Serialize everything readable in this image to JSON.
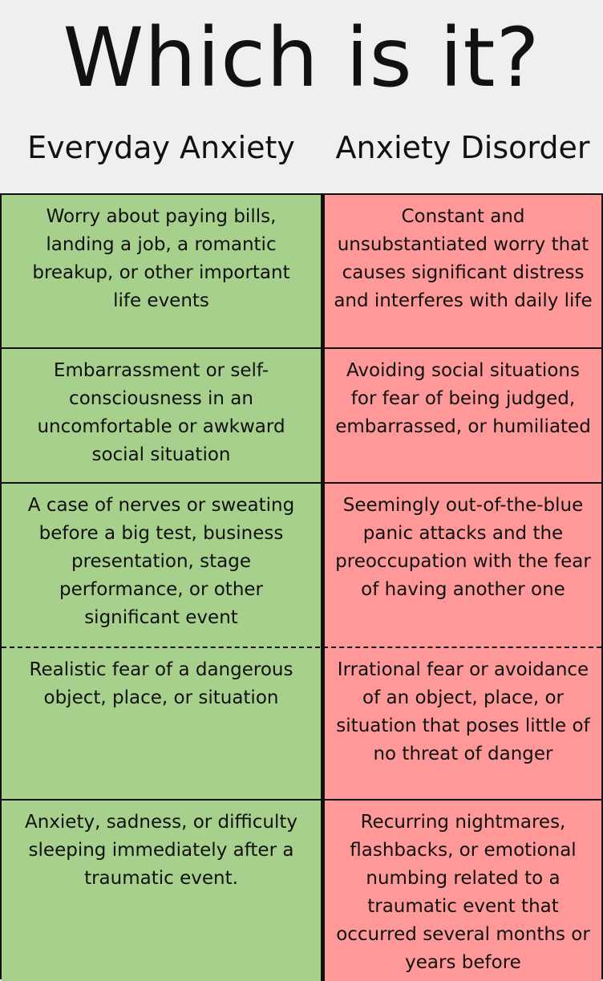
{
  "title": "Which is it?",
  "columns": {
    "left": "Everyday Anxiety",
    "right": "Anxiety Disorder"
  },
  "rows": [
    {
      "left": "Worry about paying bills, landing a job, a romantic breakup, or other important life events",
      "right": "Constant and unsubstantiated worry that causes significant distress and interferes with daily life"
    },
    {
      "left": "Embarrassment or self-consciousness in an uncomfortable or awkward social situation",
      "right": "Avoiding social situations for fear of being judged, embarrassed, or humiliated"
    },
    {
      "left": "A case of nerves or sweating before a big test, business presentation, stage performance, or other significant event",
      "right": "Seemingly out-of-the-blue panic attacks and the preoccupation with the fear of having another one"
    },
    {
      "left": "Realistic fear of a dangerous object, place, or situation",
      "right": "Irrational fear or avoidance of an object, place, or situation that poses little of no threat of danger"
    },
    {
      "left": "Anxiety, sadness, or difficulty sleeping immediately after a traumatic event.",
      "right": "Recurring nightmares, flashbacks, or emotional numbing related to a traumatic event that occurred several months or years before"
    }
  ],
  "colors": {
    "everyday": "#a8d08d",
    "disorder": "#ff9999",
    "header_bg": "#efefef"
  }
}
